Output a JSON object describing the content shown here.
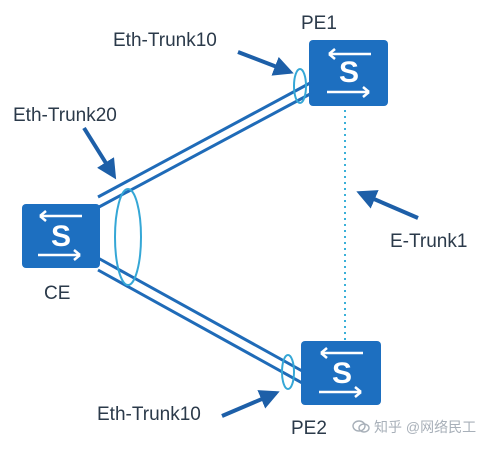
{
  "labels": {
    "pe1": "PE1",
    "pe2": "PE2",
    "ce": "CE",
    "eth_trunk10_top": "Eth-Trunk10",
    "eth_trunk20": "Eth-Trunk20",
    "eth_trunk10_bottom": "Eth-Trunk10",
    "e_trunk1": "E-Trunk1",
    "switch_glyph": "S"
  },
  "watermark": {
    "text": "知乎 @网络民工"
  },
  "colors": {
    "switch_fill": "#1d6fc0",
    "switch_border": "#1a5ea6",
    "link": "#1f6bb8",
    "arrow": "#1d5fa8",
    "ellipse": "#35a7d6",
    "dotted": "#3bb0d8",
    "text": "#2b3a4a"
  },
  "icons": [
    "switch-icon",
    "arrow-icon",
    "ellipse-marker",
    "watermark-chat-icon"
  ]
}
